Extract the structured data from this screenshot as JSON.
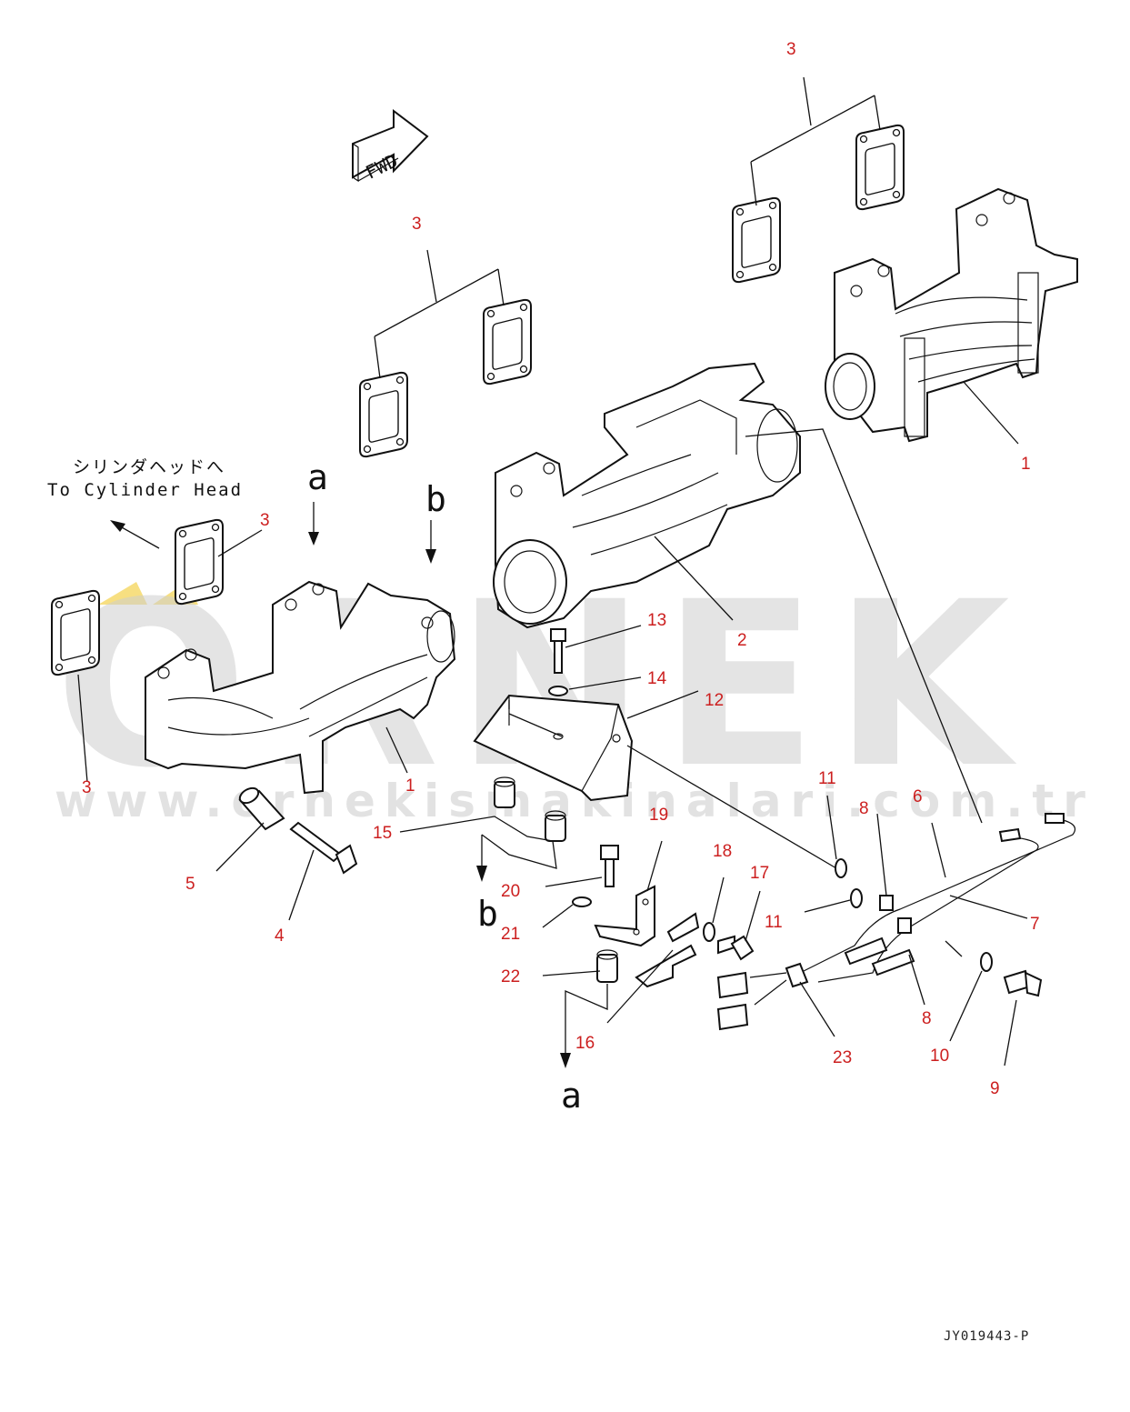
{
  "watermark": {
    "brand": "ORNEK",
    "url": "www.ornekismakinalari.com.tr",
    "accent_color": "#f0c419"
  },
  "orientation_label": "FWD",
  "note": {
    "japanese": "シリンダヘッドへ",
    "english": "To Cylinder Head"
  },
  "view_markers": {
    "a_top": "a",
    "b_top": "b",
    "b_bottom": "b",
    "a_bottom": "a"
  },
  "callouts": {
    "c3_top": "3",
    "c3_mid": "3",
    "c3_gasket_left": "3",
    "c3_far_left": "3",
    "c1_right": "1",
    "c1_left": "1",
    "c2": "2",
    "c13": "13",
    "c14": "14",
    "c12": "12",
    "c11_top": "11",
    "c8_top": "8",
    "c6": "6",
    "c19": "19",
    "c18": "18",
    "c17": "17",
    "c11_mid": "11",
    "c7": "7",
    "c15": "15",
    "c20": "20",
    "c21": "21",
    "c22": "22",
    "c16": "16",
    "c5": "5",
    "c4": "4",
    "c8_bottom": "8",
    "c10": "10",
    "c23": "23",
    "c9": "9"
  },
  "drawing_code": "JY019443-P",
  "colors": {
    "callout": "#cc1f1f",
    "line": "#111111",
    "watermark": "#cfcfcf"
  }
}
